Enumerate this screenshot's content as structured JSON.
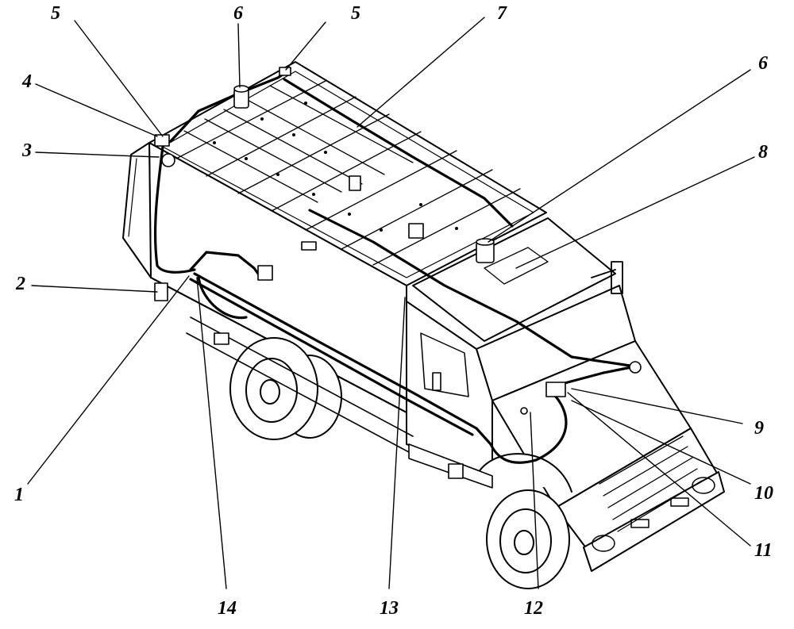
{
  "callouts": [
    {
      "id": "c1",
      "label": "1"
    },
    {
      "id": "c2",
      "label": "2"
    },
    {
      "id": "c3",
      "label": "3"
    },
    {
      "id": "c4",
      "label": "4"
    },
    {
      "id": "c5a",
      "label": "5"
    },
    {
      "id": "c5b",
      "label": "5"
    },
    {
      "id": "c6a",
      "label": "6"
    },
    {
      "id": "c6b",
      "label": "6"
    },
    {
      "id": "c7",
      "label": "7"
    },
    {
      "id": "c8",
      "label": "8"
    },
    {
      "id": "c9",
      "label": "9"
    },
    {
      "id": "c10",
      "label": "10"
    },
    {
      "id": "c11",
      "label": "11"
    },
    {
      "id": "c12",
      "label": "12"
    },
    {
      "id": "c13",
      "label": "13"
    },
    {
      "id": "c14",
      "label": "14"
    }
  ]
}
